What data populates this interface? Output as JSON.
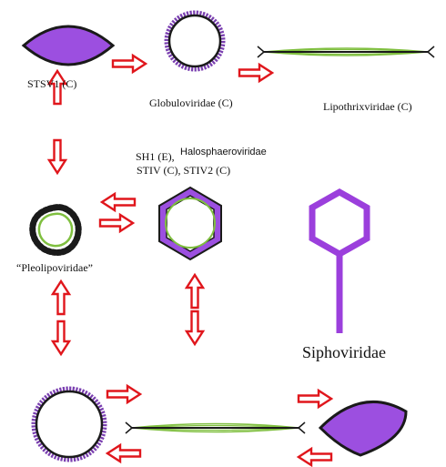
{
  "labels": {
    "stsv1": "STSV1 (C)",
    "globuloviridae": "Globuloviridae (C)",
    "lipothrixviridae": "Lipothrixviridae (C)",
    "sh1": "SH1 (E),",
    "halosphaeroviridae": "Halosphaeroviridae",
    "stiv": "STIV (C), STIV2 (C)",
    "pleolipoviridae": "“Pleolipoviridae”",
    "siphoviridae": "Siphoviridae"
  },
  "colors": {
    "arrow_outline": "#e0161c",
    "virion_fill": "#9c4fe0",
    "virion_outline": "#1a1a1a",
    "membrane": "#7fbf3f",
    "capsid_studs": "#7a3fb0",
    "phage_stroke": "#9b3fdc"
  },
  "icons": {
    "arrow": "hollow-block-arrow",
    "lemon_virion": "lemon-shaped-virion-icon",
    "spherical_virion": "spherical-virion-icon",
    "filamentous_virion": "filamentous-virion-icon",
    "icosahedral_virion": "icosahedral-virion-icon",
    "pleomorphic_virion": "pleomorphic-virion-icon",
    "tailed_phage": "tailed-phage-icon"
  }
}
